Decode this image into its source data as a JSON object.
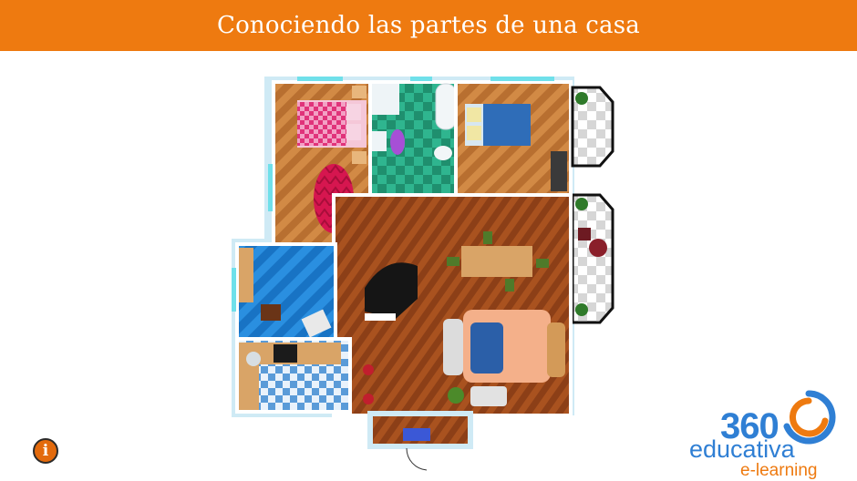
{
  "header": {
    "title": "Conociendo las partes de una casa",
    "bg_color": "#ee7a10"
  },
  "floor_plan": {
    "rooms": [
      "bedroom-1",
      "bathroom",
      "bedroom-2",
      "balcony-top",
      "balcony-right",
      "living-room",
      "kids-room",
      "kitchen",
      "entrance"
    ]
  },
  "info_button": {
    "label": "i",
    "icon": "info-icon"
  },
  "logo": {
    "number": "360",
    "brand": "educativa",
    "tagline": "e-learning",
    "colors": {
      "blue": "#2f7fd4",
      "orange": "#ee7a10"
    }
  }
}
